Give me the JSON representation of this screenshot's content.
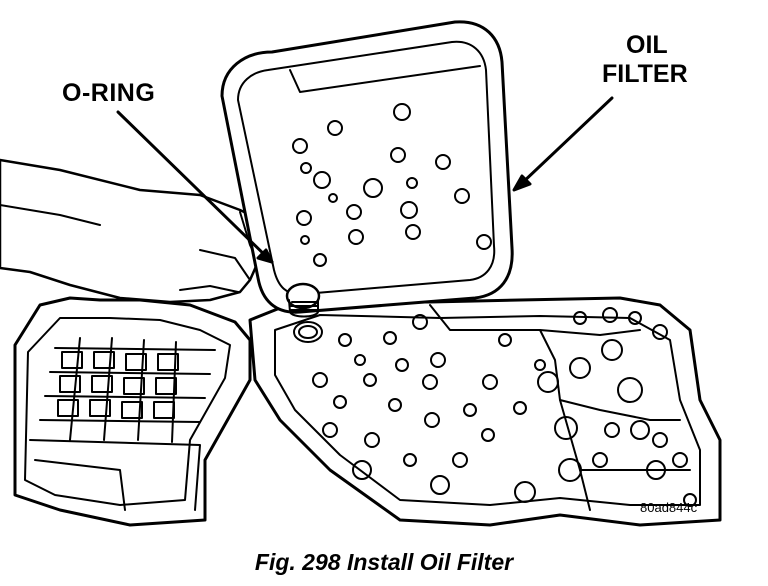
{
  "labels": {
    "oring": "O-RING",
    "oil_filter_line1": "OIL",
    "oil_filter_line2": "FILTER",
    "image_code": "80ad844c"
  },
  "caption": "Fig. 298 Install Oil Filter",
  "colors": {
    "ink": "#000000",
    "paper": "#ffffff"
  }
}
